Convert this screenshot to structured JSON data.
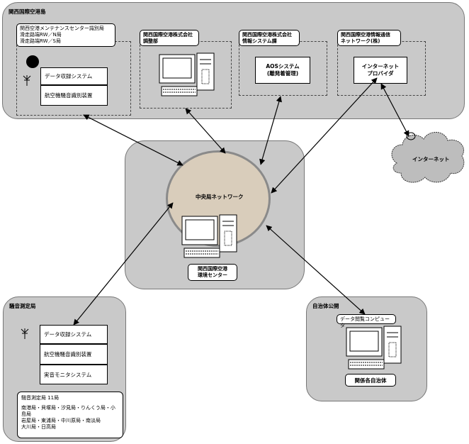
{
  "island": {
    "title": "関西国際空港島",
    "maintenance": {
      "lines": [
        "関西空港メンテナンスセンター識別局",
        "滑走路端RW／N局",
        "滑走路端RW／S局"
      ],
      "systems": [
        "データ収録システム",
        "航空機騒音識別装置"
      ]
    },
    "coord": {
      "lines": [
        "関西国際空港株式会社",
        "調整部"
      ]
    },
    "infosys": {
      "lines": [
        "関西国際空港株式会社",
        "情報システム課"
      ],
      "box_lines": [
        "AOSシステム",
        "(離発着管理)"
      ]
    },
    "network_co": {
      "lines": [
        "関西国際空港情報通信",
        "ネットワーク(株)"
      ],
      "box_lines": [
        "インターネット",
        "プロバイダ"
      ]
    }
  },
  "internet": {
    "label": "インターネット"
  },
  "center": {
    "network_label": "中央局ネットワーク",
    "name_lines": [
      "関西国際空港",
      "環境センター"
    ]
  },
  "monitoring": {
    "title": "騒音測定局",
    "systems": [
      "データ収録システム",
      "航空機騒音識別装置",
      "実音モニタシステム"
    ],
    "stations": {
      "heading": "騒音測定局 11局",
      "lines": [
        "南港局・貝塚局・汐見局・りんくう局・小",
        "島局",
        "岩屋局・東浦局・中川原局・南淡局",
        "大川局・日高局"
      ]
    }
  },
  "municipal": {
    "title": "自治体公開",
    "terminal_label": "データ閲覧コンピュータ",
    "bodies_label": "関係各自治体"
  }
}
